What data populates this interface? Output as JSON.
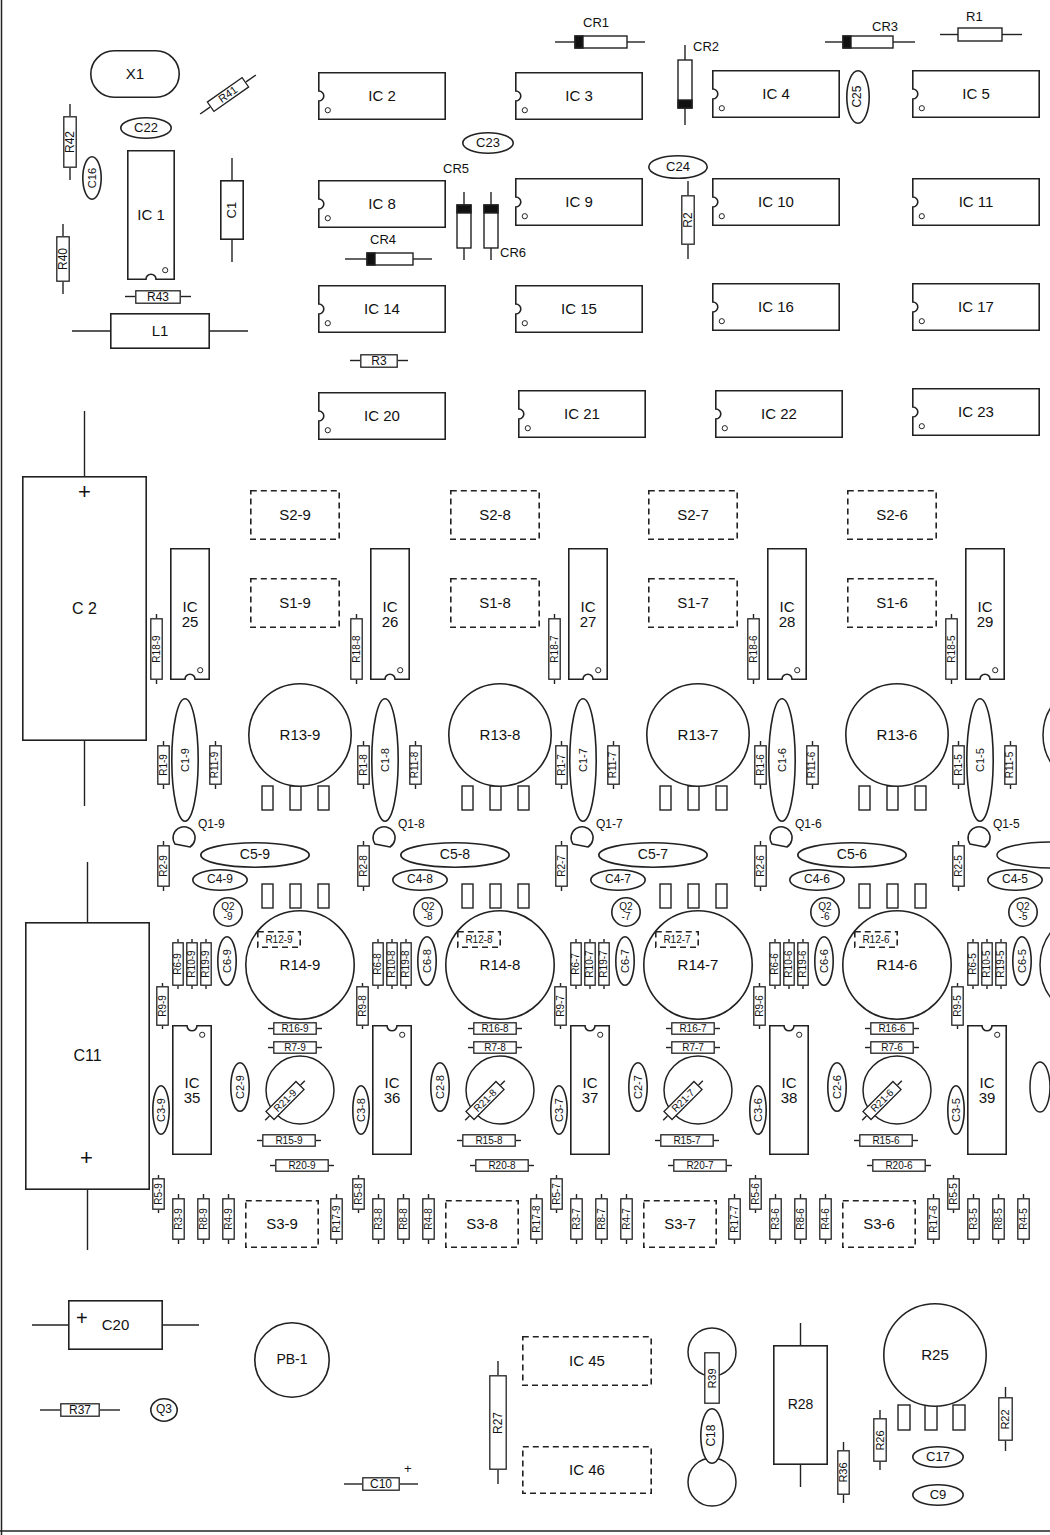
{
  "diagram": {
    "nodes": [
      {
        "text": [
          "X1"
        ]
      },
      {
        "text": [
          "R41"
        ]
      },
      {
        "text": [
          "C22"
        ]
      },
      {
        "text": [
          "R42"
        ]
      },
      {
        "text": [
          "C16"
        ]
      },
      {
        "text": [
          "IC 1"
        ]
      },
      {
        "text": [
          "R40"
        ]
      },
      {
        "text": [
          "C1"
        ]
      },
      {
        "text": [
          "R43"
        ]
      },
      {
        "text": [
          "L1"
        ]
      },
      {
        "text": [
          "IC 2"
        ]
      },
      {
        "text": [
          "IC 3"
        ]
      },
      {
        "text": [
          "IC 4"
        ]
      },
      {
        "text": [
          "C25"
        ]
      },
      {
        "text": [
          "IC 5"
        ]
      },
      {
        "text": [
          "C23"
        ]
      },
      {
        "text": [
          "C24"
        ]
      },
      {
        "text": [
          "IC 8"
        ]
      },
      {
        "text": [
          "IC 9"
        ]
      },
      {
        "text": [
          "R2"
        ]
      },
      {
        "text": [
          "IC 10"
        ]
      },
      {
        "text": [
          "IC 11"
        ]
      },
      {
        "text": [
          "IC 14"
        ]
      },
      {
        "text": [
          "IC 15"
        ]
      },
      {
        "text": [
          "IC 16"
        ]
      },
      {
        "text": [
          "IC 17"
        ]
      },
      {
        "text": [
          "R3"
        ]
      },
      {
        "text": [
          "IC 20"
        ]
      },
      {
        "text": [
          "IC 21"
        ]
      },
      {
        "text": [
          "IC 22"
        ]
      },
      {
        "text": [
          "IC 23"
        ]
      },
      {
        "text": [
          "C 2"
        ]
      },
      {
        "text": [
          "C11"
        ]
      },
      {
        "text": [
          "S2-9"
        ]
      },
      {
        "text": [
          "S1-9"
        ]
      },
      {
        "text": [
          "IC 25"
        ]
      },
      {
        "text": [
          "R18-9"
        ]
      },
      {
        "text": [
          "R13-9"
        ]
      },
      {
        "text": [
          "C1-9"
        ]
      },
      {
        "text": [
          "R1-9"
        ]
      },
      {
        "text": [
          "R11-9"
        ]
      },
      {
        "text": [
          "C5-9"
        ]
      },
      {
        "text": [
          "C4-9"
        ]
      },
      {
        "text": [
          "Q2 -9"
        ]
      },
      {
        "text": [
          "R2-9"
        ]
      },
      {
        "text": [
          "R14-9"
        ]
      },
      {
        "text": [
          "R12-9"
        ]
      },
      {
        "text": [
          "R6-9"
        ]
      },
      {
        "text": [
          "R10-9"
        ]
      },
      {
        "text": [
          "R19-9"
        ]
      },
      {
        "text": [
          "C6-9"
        ]
      },
      {
        "text": [
          "R9-9"
        ]
      },
      {
        "text": [
          "IC 35"
        ]
      },
      {
        "text": [
          "C3-9"
        ]
      },
      {
        "text": [
          "C2-9"
        ]
      },
      {
        "text": [
          "R16-9"
        ]
      },
      {
        "text": [
          "R7-9"
        ]
      },
      {
        "text": [
          "R21-9"
        ]
      },
      {
        "text": [
          "R15-9"
        ]
      },
      {
        "text": [
          "R20-9"
        ]
      },
      {
        "text": [
          "R5-9"
        ]
      },
      {
        "text": [
          "R3-9"
        ]
      },
      {
        "text": [
          "R8-9"
        ]
      },
      {
        "text": [
          "R4-9"
        ]
      },
      {
        "text": [
          "S3-9"
        ]
      },
      {
        "text": [
          "R17-9"
        ]
      },
      {
        "text": [
          "S2-8"
        ]
      },
      {
        "text": [
          "S1-8"
        ]
      },
      {
        "text": [
          "IC 26"
        ]
      },
      {
        "text": [
          "R18-8"
        ]
      },
      {
        "text": [
          "R13-8"
        ]
      },
      {
        "text": [
          "C1-8"
        ]
      },
      {
        "text": [
          "R1-8"
        ]
      },
      {
        "text": [
          "R11-8"
        ]
      },
      {
        "text": [
          "C5-8"
        ]
      },
      {
        "text": [
          "C4-8"
        ]
      },
      {
        "text": [
          "Q2 -8"
        ]
      },
      {
        "text": [
          "R2-8"
        ]
      },
      {
        "text": [
          "R14-8"
        ]
      },
      {
        "text": [
          "R12-8"
        ]
      },
      {
        "text": [
          "R6-8"
        ]
      },
      {
        "text": [
          "R10-8"
        ]
      },
      {
        "text": [
          "R19-8"
        ]
      },
      {
        "text": [
          "C6-8"
        ]
      },
      {
        "text": [
          "R9-8"
        ]
      },
      {
        "text": [
          "IC 36"
        ]
      },
      {
        "text": [
          "C3-8"
        ]
      },
      {
        "text": [
          "C2-8"
        ]
      },
      {
        "text": [
          "R16-8"
        ]
      },
      {
        "text": [
          "R7-8"
        ]
      },
      {
        "text": [
          "R21-8"
        ]
      },
      {
        "text": [
          "R15-8"
        ]
      },
      {
        "text": [
          "R20-8"
        ]
      },
      {
        "text": [
          "R5-8"
        ]
      },
      {
        "text": [
          "R3-8"
        ]
      },
      {
        "text": [
          "R8-8"
        ]
      },
      {
        "text": [
          "R4-8"
        ]
      },
      {
        "text": [
          "S3-8"
        ]
      },
      {
        "text": [
          "R17-8"
        ]
      },
      {
        "text": [
          "S2-7"
        ]
      },
      {
        "text": [
          "S1-7"
        ]
      },
      {
        "text": [
          "IC 27"
        ]
      },
      {
        "text": [
          "R18-7"
        ]
      },
      {
        "text": [
          "R13-7"
        ]
      },
      {
        "text": [
          "C1-7"
        ]
      },
      {
        "text": [
          "R1-7"
        ]
      },
      {
        "text": [
          "R11-7"
        ]
      },
      {
        "text": [
          "C5-7"
        ]
      },
      {
        "text": [
          "C4-7"
        ]
      },
      {
        "text": [
          "Q2 -7"
        ]
      },
      {
        "text": [
          "R2-7"
        ]
      },
      {
        "text": [
          "R14-7"
        ]
      },
      {
        "text": [
          "R12-7"
        ]
      },
      {
        "text": [
          "R6-7"
        ]
      },
      {
        "text": [
          "R10-7"
        ]
      },
      {
        "text": [
          "R19-7"
        ]
      },
      {
        "text": [
          "C6-7"
        ]
      },
      {
        "text": [
          "R9-7"
        ]
      },
      {
        "text": [
          "IC 37"
        ]
      },
      {
        "text": [
          "C3-7"
        ]
      },
      {
        "text": [
          "C2-7"
        ]
      },
      {
        "text": [
          "R16-7"
        ]
      },
      {
        "text": [
          "R7-7"
        ]
      },
      {
        "text": [
          "R21-7"
        ]
      },
      {
        "text": [
          "R15-7"
        ]
      },
      {
        "text": [
          "R20-7"
        ]
      },
      {
        "text": [
          "R5-7"
        ]
      },
      {
        "text": [
          "R3-7"
        ]
      },
      {
        "text": [
          "R8-7"
        ]
      },
      {
        "text": [
          "R4-7"
        ]
      },
      {
        "text": [
          "S3-7"
        ]
      },
      {
        "text": [
          "R17-7"
        ]
      },
      {
        "text": [
          "S2-6"
        ]
      },
      {
        "text": [
          "S1-6"
        ]
      },
      {
        "text": [
          "IC 28"
        ]
      },
      {
        "text": [
          "R18-6"
        ]
      },
      {
        "text": [
          "R13-6"
        ]
      },
      {
        "text": [
          "C1-6"
        ]
      },
      {
        "text": [
          "R1-6"
        ]
      },
      {
        "text": [
          "R11-6"
        ]
      },
      {
        "text": [
          "C5-6"
        ]
      },
      {
        "text": [
          "C4-6"
        ]
      },
      {
        "text": [
          "Q2 -6"
        ]
      },
      {
        "text": [
          "R2-6"
        ]
      },
      {
        "text": [
          "R14-6"
        ]
      },
      {
        "text": [
          "R12-6"
        ]
      },
      {
        "text": [
          "R6-6"
        ]
      },
      {
        "text": [
          "R10-6"
        ]
      },
      {
        "text": [
          "R19-6"
        ]
      },
      {
        "text": [
          "C6-6"
        ]
      },
      {
        "text": [
          "R9-6"
        ]
      },
      {
        "text": [
          "IC 38"
        ]
      },
      {
        "text": [
          "C3-6"
        ]
      },
      {
        "text": [
          "C2-6"
        ]
      },
      {
        "text": [
          "R16-6"
        ]
      },
      {
        "text": [
          "R7-6"
        ]
      },
      {
        "text": [
          "R21-6"
        ]
      },
      {
        "text": [
          "R15-6"
        ]
      },
      {
        "text": [
          "R20-6"
        ]
      },
      {
        "text": [
          "R5-6"
        ]
      },
      {
        "text": [
          "R3-6"
        ]
      },
      {
        "text": [
          "R8-6"
        ]
      },
      {
        "text": [
          "R4-6"
        ]
      },
      {
        "text": [
          "S3-6"
        ]
      },
      {
        "text": [
          "R17-6"
        ]
      },
      {
        "text": [
          "IC 29"
        ]
      },
      {
        "text": [
          "R18-5"
        ]
      },
      {
        "text": [
          "C1-5"
        ]
      },
      {
        "text": [
          "R1-5"
        ]
      },
      {
        "text": [
          "R11-5"
        ]
      },
      {
        "text": [
          "C4-5"
        ]
      },
      {
        "text": [
          "Q2 -5"
        ]
      },
      {
        "text": [
          "R2-5"
        ]
      },
      {
        "text": [
          "R6-5"
        ]
      },
      {
        "text": [
          "R10-5"
        ]
      },
      {
        "text": [
          "R19-5"
        ]
      },
      {
        "text": [
          "C6-5"
        ]
      },
      {
        "text": [
          "R9-5"
        ]
      },
      {
        "text": [
          "IC 39"
        ]
      },
      {
        "text": [
          "C3-5"
        ]
      },
      {
        "text": [
          "R5-5"
        ]
      },
      {
        "text": [
          "R3-5"
        ]
      },
      {
        "text": [
          "R8-5"
        ]
      },
      {
        "text": [
          "R4-5"
        ]
      },
      {
        "text": [
          "C20"
        ]
      },
      {
        "text": [
          "R37"
        ]
      },
      {
        "text": [
          "Q3"
        ]
      },
      {
        "text": [
          "PB-1"
        ]
      },
      {
        "text": [
          "C10"
        ]
      },
      {
        "text": [
          "IC 45"
        ]
      },
      {
        "text": [
          "R27"
        ]
      },
      {
        "text": [
          "IC 46"
        ]
      },
      {
        "text": [
          "R39"
        ]
      },
      {
        "text": [
          "C18"
        ]
      },
      {
        "text": [
          "R28"
        ]
      },
      {
        "text": [
          "R25"
        ]
      },
      {
        "text": [
          "R36"
        ]
      },
      {
        "text": [
          "R26"
        ]
      },
      {
        "text": [
          "C17"
        ]
      },
      {
        "text": [
          "C9"
        ]
      },
      {
        "text": [
          "R22"
        ]
      }
    ],
    "labels": [
      "CR1",
      "CR2",
      "CR3",
      "R1",
      "CR5",
      "CR6",
      "CR4",
      "+",
      "+",
      "Q1-9",
      "Q1-8",
      "Q1-7",
      "Q1-6",
      "Q1-5",
      "+",
      "+"
    ]
  }
}
